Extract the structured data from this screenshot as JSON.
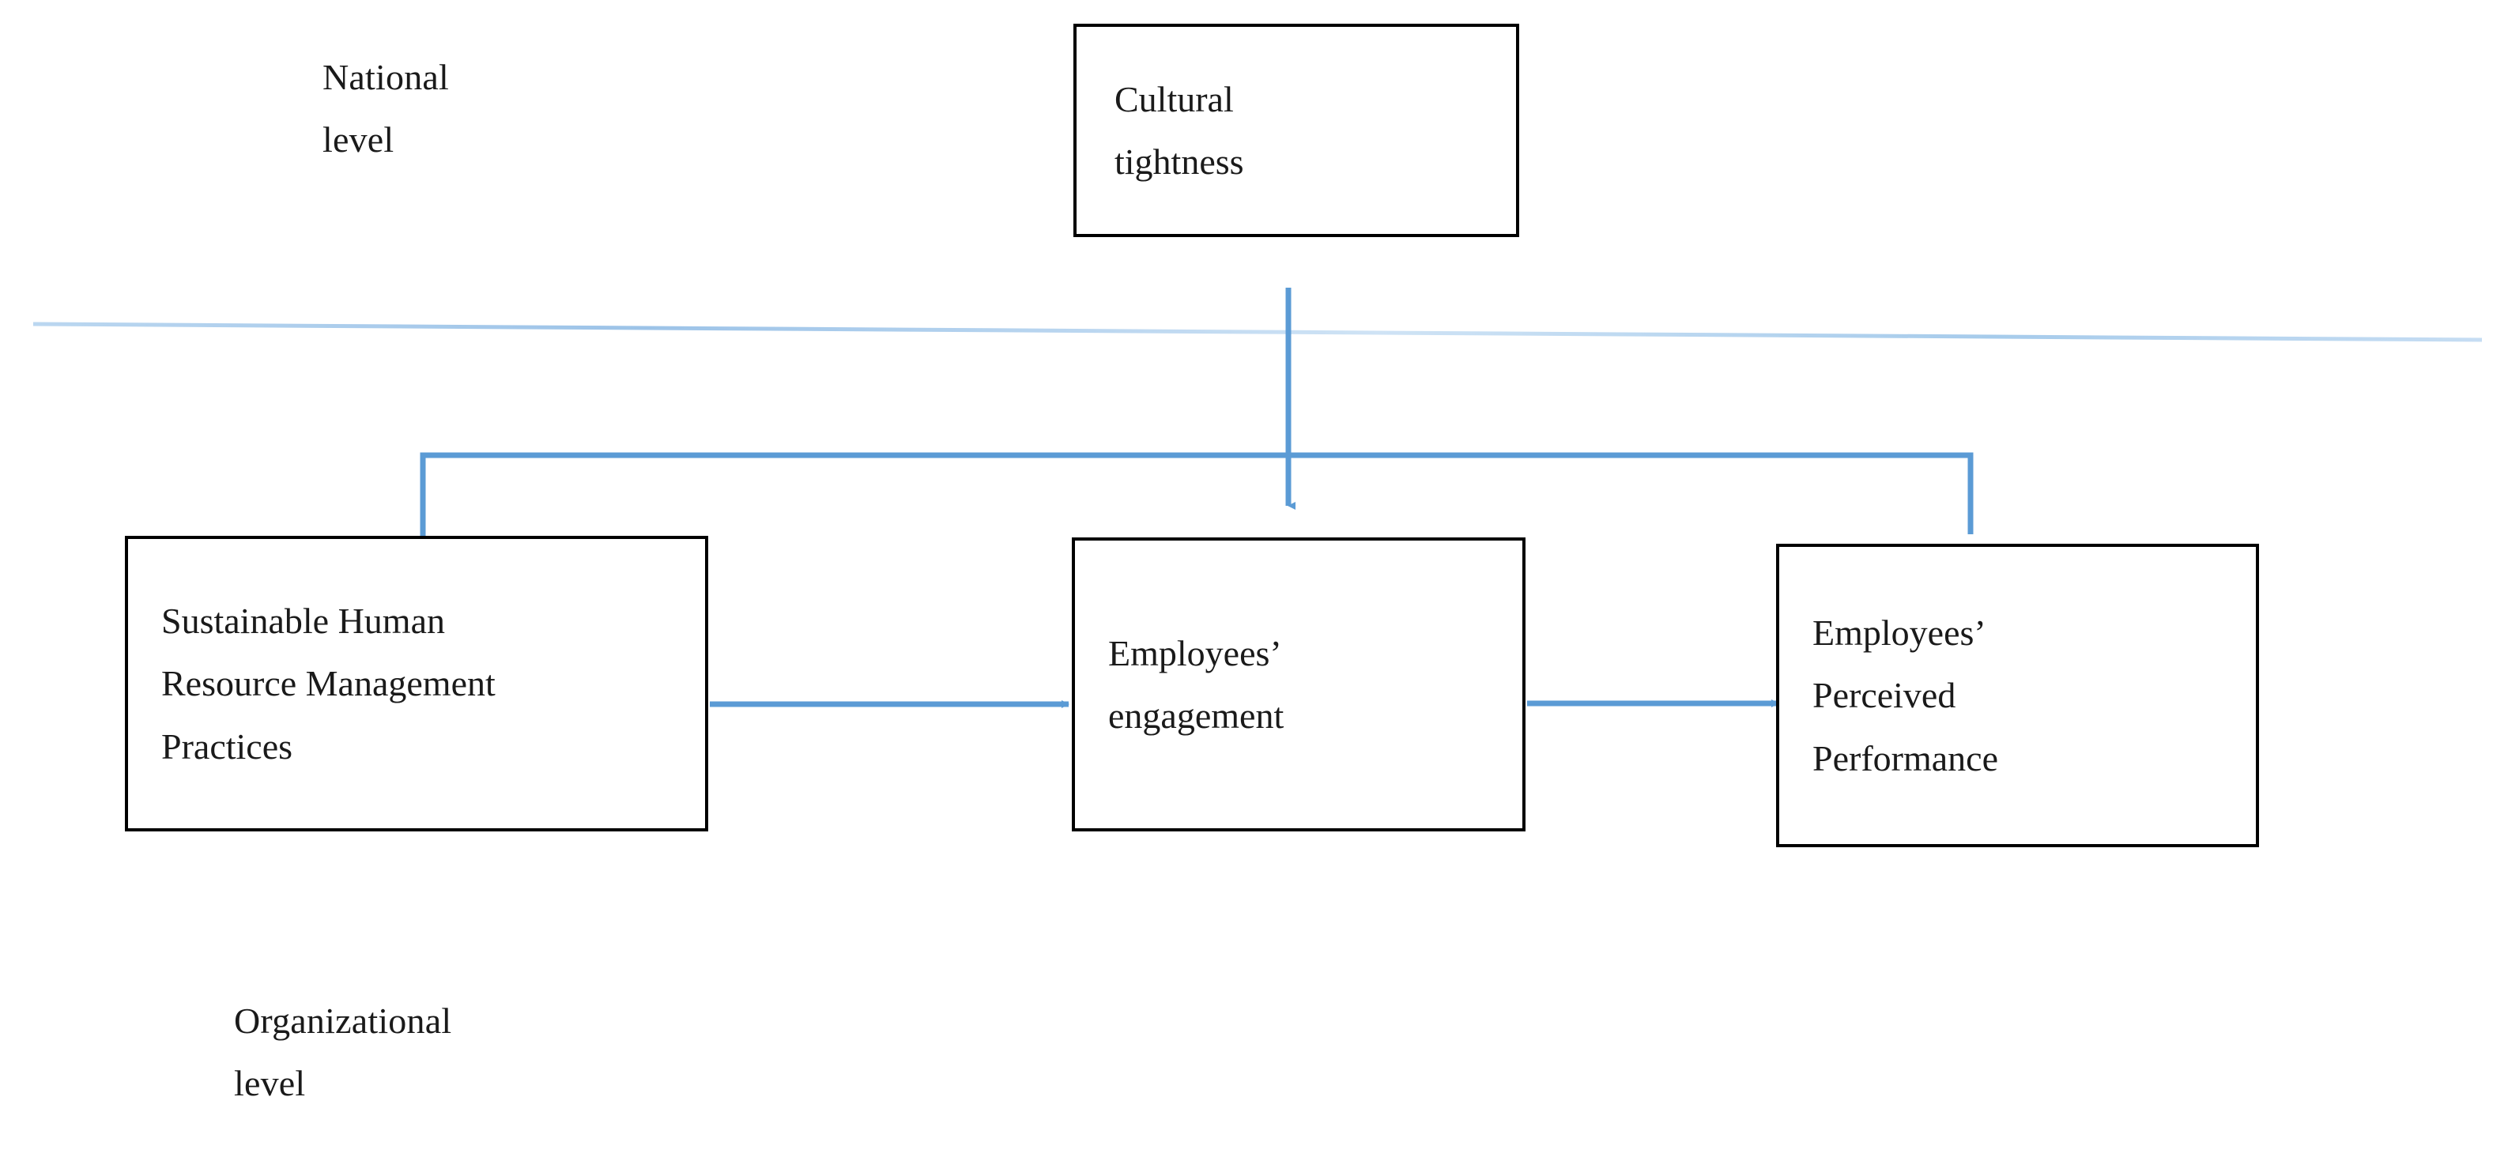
{
  "diagram": {
    "title_text": "",
    "levels": {
      "national": "National\nlevel",
      "organizational": "Organizational\nlevel"
    },
    "nodes": [
      {
        "id": "cultural-tightness",
        "label": "Cultural\ntightness"
      },
      {
        "id": "shrm-practices",
        "label": "Sustainable Human\nResource Management\nPractices"
      },
      {
        "id": "employees-engagement",
        "label": "Employees’\nengagement"
      },
      {
        "id": "employees-performance",
        "label": "Employees’\nPerceived\nPerformance"
      }
    ],
    "connectors": [
      {
        "id": "moderator-arrow",
        "from": "cultural-tightness",
        "to": "employees-engagement",
        "style": "vertical-arrow"
      },
      {
        "id": "moderation-bracket",
        "from": "cultural-tightness",
        "to": "shrm-practices + employees-performance",
        "style": "bracket"
      },
      {
        "id": "shrm-to-engagement",
        "from": "shrm-practices",
        "to": "employees-engagement",
        "style": "horizontal-arrow"
      },
      {
        "id": "engagement-to-performance",
        "from": "employees-engagement",
        "to": "employees-performance",
        "style": "horizontal-arrow"
      }
    ],
    "divider": {
      "id": "level-divider",
      "style": "thin-slanted-line"
    },
    "colors": {
      "arrow_blue": "#5B9BD5",
      "divider_blue": "#A8CBEA",
      "box_border": "#000000",
      "text": "#1A1A1A",
      "background": "#FFFFFF"
    }
  }
}
